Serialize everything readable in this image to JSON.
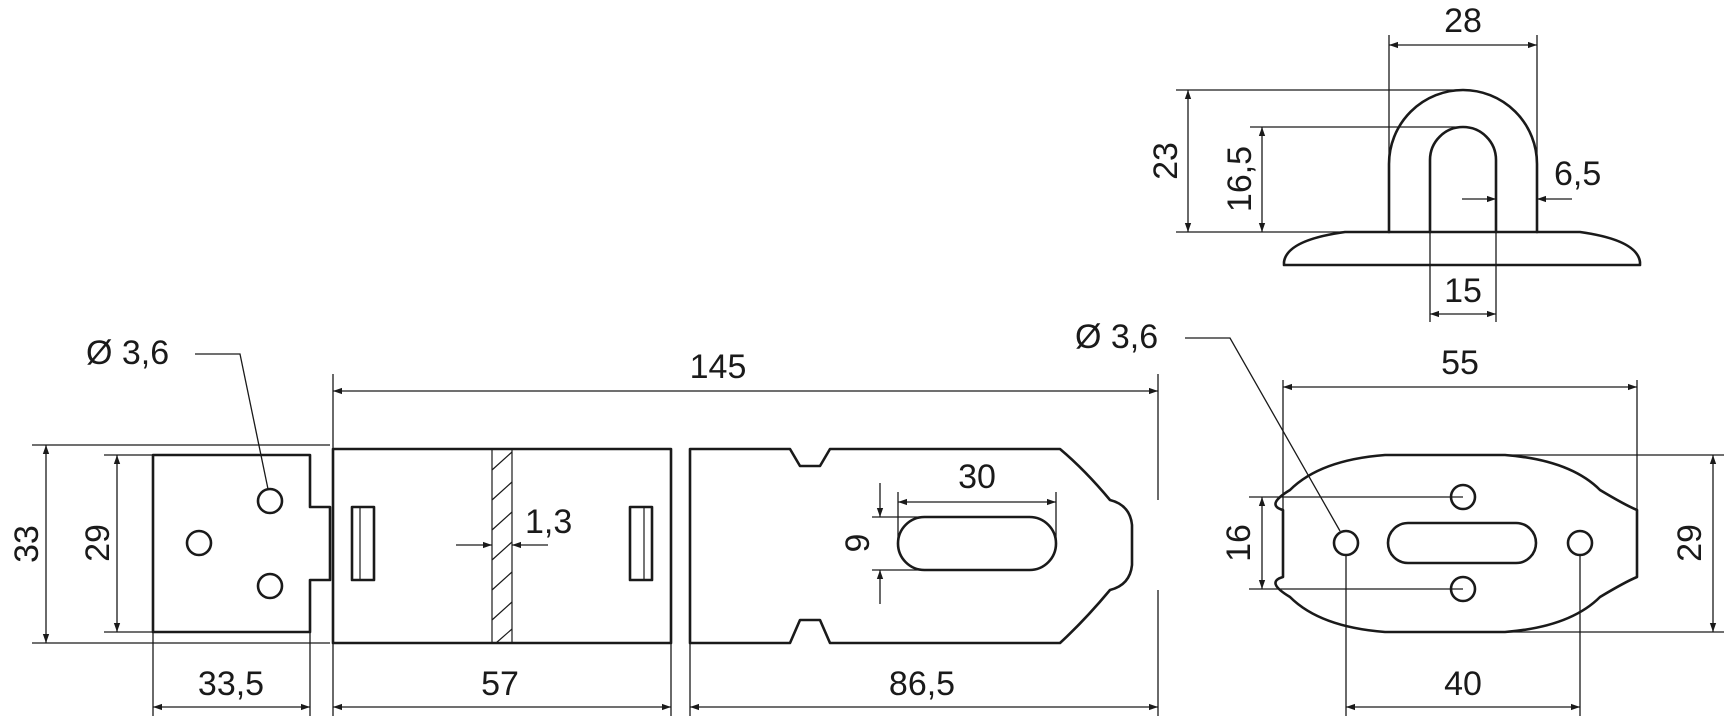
{
  "hasp_plate": {
    "hole_diameter_label": "Ø 3,6",
    "overall_height_label": "33",
    "plate_height_label": "29",
    "overall_length_label": "145",
    "hinge_part_length_label": "57",
    "hasp_part_length_label": "86,5",
    "plate_width_label": "33,5",
    "thickness_label": "1,3",
    "slot_length_label": "30",
    "slot_width_label": "9"
  },
  "staple_side_view": {
    "width_label": "28",
    "height_label": "23",
    "inner_height_label": "16,5",
    "wire_thickness_label": "6,5",
    "inner_width_label": "15"
  },
  "staple_top_view": {
    "hole_diameter_label": "Ø 3,6",
    "base_length_label": "55",
    "hole_spacing_vertical_label": "16",
    "base_width_label": "29",
    "hole_spacing_horizontal_label": "40"
  }
}
